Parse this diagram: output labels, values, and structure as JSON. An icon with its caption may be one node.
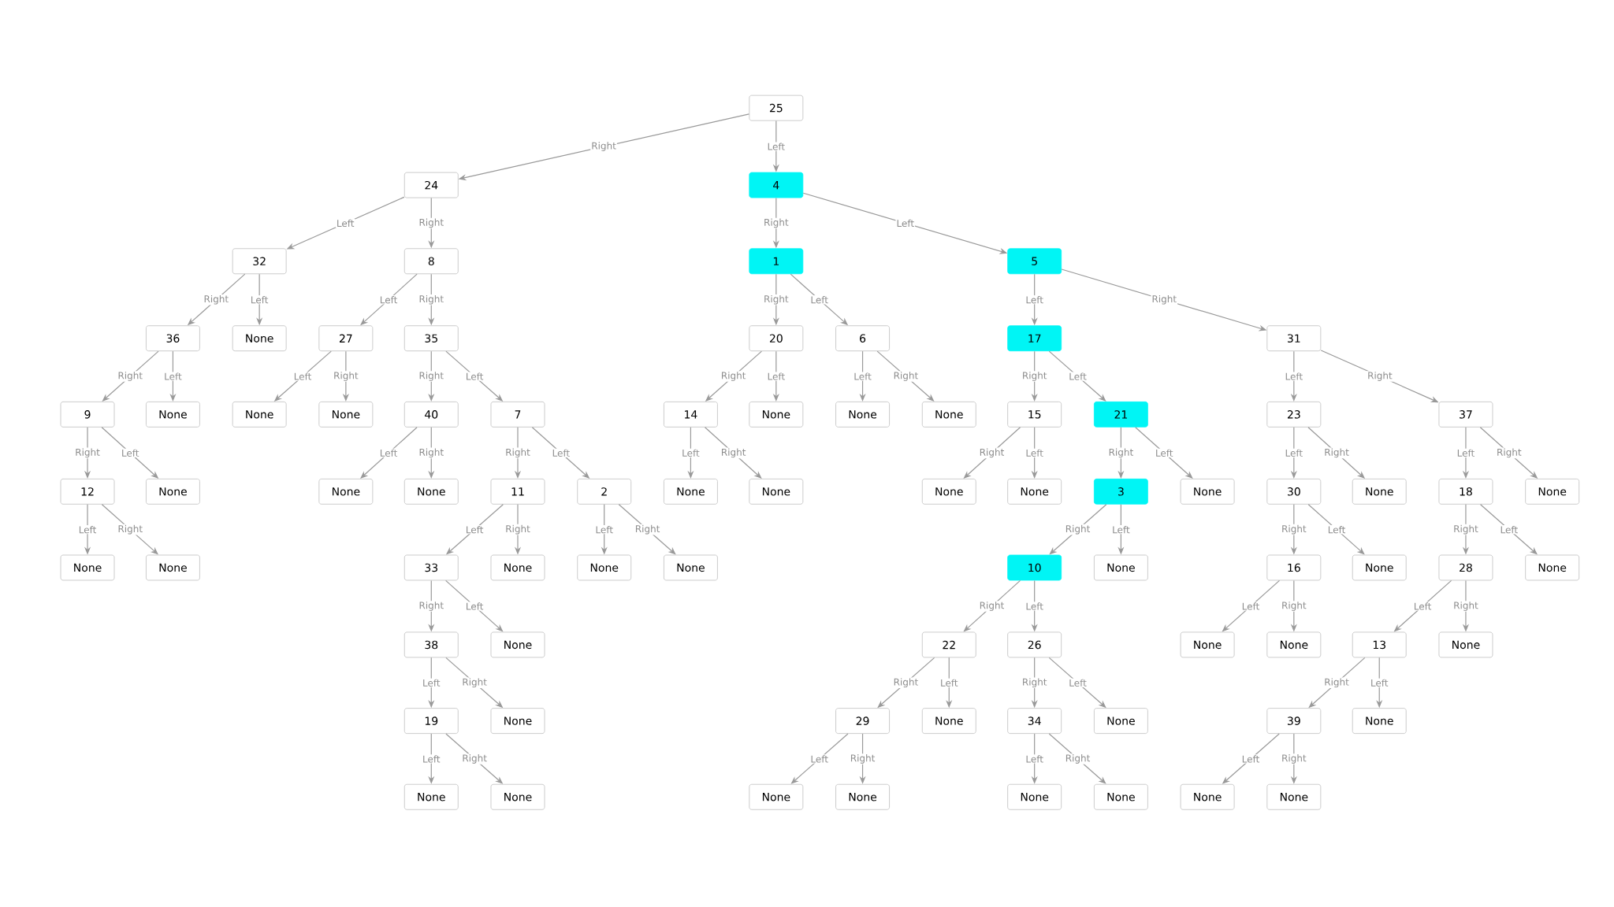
{
  "diagram": {
    "nodes": [
      {
        "text": [
          "25"
        ]
      },
      {
        "text": [
          "24"
        ]
      },
      {
        "text": [
          "4"
        ]
      },
      {
        "text": [
          "32"
        ]
      },
      {
        "text": [
          "8"
        ]
      },
      {
        "text": [
          "1"
        ]
      },
      {
        "text": [
          "5"
        ]
      },
      {
        "text": [
          "36"
        ]
      },
      {
        "text": [
          "None"
        ]
      },
      {
        "text": [
          "27"
        ]
      },
      {
        "text": [
          "35"
        ]
      },
      {
        "text": [
          "20"
        ]
      },
      {
        "text": [
          "6"
        ]
      },
      {
        "text": [
          "17"
        ]
      },
      {
        "text": [
          "31"
        ]
      },
      {
        "text": [
          "9"
        ]
      },
      {
        "text": [
          "None"
        ]
      },
      {
        "text": [
          "None"
        ]
      },
      {
        "text": [
          "None"
        ]
      },
      {
        "text": [
          "40"
        ]
      },
      {
        "text": [
          "7"
        ]
      },
      {
        "text": [
          "14"
        ]
      },
      {
        "text": [
          "None"
        ]
      },
      {
        "text": [
          "None"
        ]
      },
      {
        "text": [
          "None"
        ]
      },
      {
        "text": [
          "15"
        ]
      },
      {
        "text": [
          "21"
        ]
      },
      {
        "text": [
          "23"
        ]
      },
      {
        "text": [
          "37"
        ]
      },
      {
        "text": [
          "12"
        ]
      },
      {
        "text": [
          "None"
        ]
      },
      {
        "text": [
          "None"
        ]
      },
      {
        "text": [
          "None"
        ]
      },
      {
        "text": [
          "11"
        ]
      },
      {
        "text": [
          "2"
        ]
      },
      {
        "text": [
          "None"
        ]
      },
      {
        "text": [
          "None"
        ]
      },
      {
        "text": [
          "None"
        ]
      },
      {
        "text": [
          "None"
        ]
      },
      {
        "text": [
          "3"
        ]
      },
      {
        "text": [
          "None"
        ]
      },
      {
        "text": [
          "30"
        ]
      },
      {
        "text": [
          "None"
        ]
      },
      {
        "text": [
          "18"
        ]
      },
      {
        "text": [
          "None"
        ]
      },
      {
        "text": [
          "None"
        ]
      },
      {
        "text": [
          "None"
        ]
      },
      {
        "text": [
          "33"
        ]
      },
      {
        "text": [
          "None"
        ]
      },
      {
        "text": [
          "None"
        ]
      },
      {
        "text": [
          "None"
        ]
      },
      {
        "text": [
          "10"
        ]
      },
      {
        "text": [
          "None"
        ]
      },
      {
        "text": [
          "16"
        ]
      },
      {
        "text": [
          "None"
        ]
      },
      {
        "text": [
          "28"
        ]
      },
      {
        "text": [
          "None"
        ]
      },
      {
        "text": [
          "38"
        ]
      },
      {
        "text": [
          "None"
        ]
      },
      {
        "text": [
          "22"
        ]
      },
      {
        "text": [
          "26"
        ]
      },
      {
        "text": [
          "None"
        ]
      },
      {
        "text": [
          "None"
        ]
      },
      {
        "text": [
          "13"
        ]
      },
      {
        "text": [
          "None"
        ]
      },
      {
        "text": [
          "19"
        ]
      },
      {
        "text": [
          "None"
        ]
      },
      {
        "text": [
          "29"
        ]
      },
      {
        "text": [
          "None"
        ]
      },
      {
        "text": [
          "34"
        ]
      },
      {
        "text": [
          "None"
        ]
      },
      {
        "text": [
          "39"
        ]
      },
      {
        "text": [
          "None"
        ]
      },
      {
        "text": [
          "None"
        ]
      },
      {
        "text": [
          "None"
        ]
      },
      {
        "text": [
          "None"
        ]
      },
      {
        "text": [
          "None"
        ]
      },
      {
        "text": [
          "None"
        ]
      },
      {
        "text": [
          "None"
        ]
      },
      {
        "text": [
          "None"
        ]
      },
      {
        "text": [
          "None"
        ]
      }
    ],
    "edges": [
      {
        "from": 0,
        "to": 1,
        "arrow": "to",
        "label": "Right"
      },
      {
        "from": 0,
        "to": 2,
        "arrow": "to",
        "label": "Left"
      },
      {
        "from": 1,
        "to": 3,
        "arrow": "to",
        "label": "Left"
      },
      {
        "from": 1,
        "to": 4,
        "arrow": "to",
        "label": "Right"
      },
      {
        "from": 2,
        "to": 5,
        "arrow": "to",
        "label": "Right"
      },
      {
        "from": 2,
        "to": 6,
        "arrow": "to",
        "label": "Left"
      },
      {
        "from": 3,
        "to": 7,
        "arrow": "to",
        "label": "Right"
      },
      {
        "from": 3,
        "to": 8,
        "arrow": "to",
        "label": "Left"
      },
      {
        "from": 4,
        "to": 9,
        "arrow": "to",
        "label": "Left"
      },
      {
        "from": 4,
        "to": 10,
        "arrow": "to",
        "label": "Right"
      },
      {
        "from": 5,
        "to": 11,
        "arrow": "to",
        "label": "Right"
      },
      {
        "from": 5,
        "to": 12,
        "arrow": "to",
        "label": "Left"
      },
      {
        "from": 6,
        "to": 13,
        "arrow": "to",
        "label": "Left"
      },
      {
        "from": 6,
        "to": 14,
        "arrow": "to",
        "label": "Right"
      },
      {
        "from": 7,
        "to": 15,
        "arrow": "to",
        "label": "Right"
      },
      {
        "from": 7,
        "to": 16,
        "arrow": "to",
        "label": "Left"
      },
      {
        "from": 9,
        "to": 17,
        "arrow": "to",
        "label": "Left"
      },
      {
        "from": 9,
        "to": 18,
        "arrow": "to",
        "label": "Right"
      },
      {
        "from": 10,
        "to": 19,
        "arrow": "to",
        "label": "Right"
      },
      {
        "from": 10,
        "to": 20,
        "arrow": "to",
        "label": "Left"
      },
      {
        "from": 11,
        "to": 21,
        "arrow": "to",
        "label": "Right"
      },
      {
        "from": 11,
        "to": 22,
        "arrow": "to",
        "label": "Left"
      },
      {
        "from": 12,
        "to": 23,
        "arrow": "to",
        "label": "Left"
      },
      {
        "from": 12,
        "to": 24,
        "arrow": "to",
        "label": "Right"
      },
      {
        "from": 13,
        "to": 25,
        "arrow": "to",
        "label": "Right"
      },
      {
        "from": 13,
        "to": 26,
        "arrow": "to",
        "label": "Left"
      },
      {
        "from": 14,
        "to": 27,
        "arrow": "to",
        "label": "Left"
      },
      {
        "from": 14,
        "to": 28,
        "arrow": "to",
        "label": "Right"
      },
      {
        "from": 15,
        "to": 29,
        "arrow": "to",
        "label": "Right"
      },
      {
        "from": 15,
        "to": 30,
        "arrow": "to",
        "label": "Left"
      },
      {
        "from": 19,
        "to": 31,
        "arrow": "to",
        "label": "Left"
      },
      {
        "from": 19,
        "to": 32,
        "arrow": "to",
        "label": "Right"
      },
      {
        "from": 20,
        "to": 33,
        "arrow": "to",
        "label": "Right"
      },
      {
        "from": 20,
        "to": 34,
        "arrow": "to",
        "label": "Left"
      },
      {
        "from": 21,
        "to": 35,
        "arrow": "to",
        "label": "Left"
      },
      {
        "from": 21,
        "to": 36,
        "arrow": "to",
        "label": "Right"
      },
      {
        "from": 25,
        "to": 37,
        "arrow": "to",
        "label": "Right"
      },
      {
        "from": 25,
        "to": 38,
        "arrow": "to",
        "label": "Left"
      },
      {
        "from": 26,
        "to": 39,
        "arrow": "to",
        "label": "Right"
      },
      {
        "from": 26,
        "to": 40,
        "arrow": "to",
        "label": "Left"
      },
      {
        "from": 27,
        "to": 41,
        "arrow": "to",
        "label": "Left"
      },
      {
        "from": 27,
        "to": 42,
        "arrow": "to",
        "label": "Right"
      },
      {
        "from": 28,
        "to": 43,
        "arrow": "to",
        "label": "Left"
      },
      {
        "from": 28,
        "to": 44,
        "arrow": "to",
        "label": "Right"
      },
      {
        "from": 29,
        "to": 45,
        "arrow": "to",
        "label": "Left"
      },
      {
        "from": 29,
        "to": 46,
        "arrow": "to",
        "label": "Right"
      },
      {
        "from": 33,
        "to": 47,
        "arrow": "to",
        "label": "Left"
      },
      {
        "from": 33,
        "to": 48,
        "arrow": "to",
        "label": "Right"
      },
      {
        "from": 34,
        "to": 49,
        "arrow": "to",
        "label": "Left"
      },
      {
        "from": 34,
        "to": 50,
        "arrow": "to",
        "label": "Right"
      },
      {
        "from": 39,
        "to": 51,
        "arrow": "to",
        "label": "Right"
      },
      {
        "from": 39,
        "to": 52,
        "arrow": "to",
        "label": "Left"
      },
      {
        "from": 41,
        "to": 53,
        "arrow": "to",
        "label": "Right"
      },
      {
        "from": 41,
        "to": 54,
        "arrow": "to",
        "label": "Left"
      },
      {
        "from": 43,
        "to": 55,
        "arrow": "to",
        "label": "Right"
      },
      {
        "from": 43,
        "to": 56,
        "arrow": "to",
        "label": "Left"
      },
      {
        "from": 47,
        "to": 57,
        "arrow": "to",
        "label": "Right"
      },
      {
        "from": 47,
        "to": 58,
        "arrow": "to",
        "label": "Left"
      },
      {
        "from": 51,
        "to": 59,
        "arrow": "to",
        "label": "Right"
      },
      {
        "from": 51,
        "to": 60,
        "arrow": "to",
        "label": "Left"
      },
      {
        "from": 53,
        "to": 61,
        "arrow": "to",
        "label": "Left"
      },
      {
        "from": 53,
        "to": 62,
        "arrow": "to",
        "label": "Right"
      },
      {
        "from": 55,
        "to": 63,
        "arrow": "to",
        "label": "Left"
      },
      {
        "from": 55,
        "to": 64,
        "arrow": "to",
        "label": "Right"
      },
      {
        "from": 57,
        "to": 65,
        "arrow": "to",
        "label": "Left"
      },
      {
        "from": 57,
        "to": 66,
        "arrow": "to",
        "label": "Right"
      },
      {
        "from": 59,
        "to": 67,
        "arrow": "to",
        "label": "Right"
      },
      {
        "from": 59,
        "to": 68,
        "arrow": "to",
        "label": "Left"
      },
      {
        "from": 60,
        "to": 69,
        "arrow": "to",
        "label": "Right"
      },
      {
        "from": 60,
        "to": 70,
        "arrow": "to",
        "label": "Left"
      },
      {
        "from": 63,
        "to": 71,
        "arrow": "to",
        "label": "Right"
      },
      {
        "from": 63,
        "to": 72,
        "arrow": "to",
        "label": "Left"
      },
      {
        "from": 65,
        "to": 73,
        "arrow": "to",
        "label": "Left"
      },
      {
        "from": 65,
        "to": 74,
        "arrow": "to",
        "label": "Right"
      },
      {
        "from": 67,
        "to": 75,
        "arrow": "to",
        "label": "Left"
      },
      {
        "from": 67,
        "to": 76,
        "arrow": "to",
        "label": "Right"
      },
      {
        "from": 69,
        "to": 77,
        "arrow": "to",
        "label": "Left"
      },
      {
        "from": 69,
        "to": 78,
        "arrow": "to",
        "label": "Right"
      },
      {
        "from": 71,
        "to": 79,
        "arrow": "to",
        "label": "Left"
      },
      {
        "from": 71,
        "to": 80,
        "arrow": "to",
        "label": "Right"
      }
    ]
  }
}
